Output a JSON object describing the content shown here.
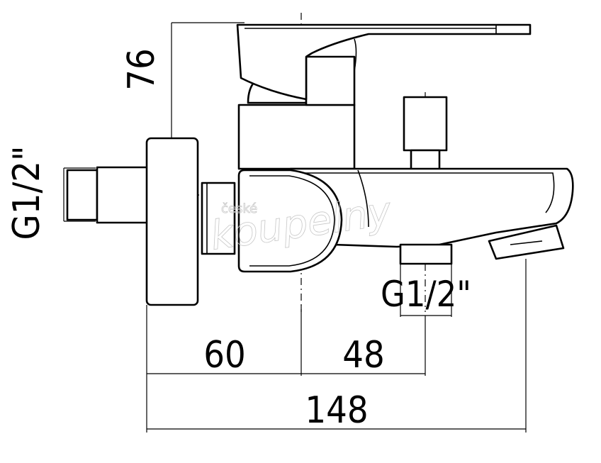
{
  "dimensions": {
    "height_top": "76",
    "inlet_thread": "G1/2\"",
    "outlet_thread": "G1/2\"",
    "dim_left": "60",
    "dim_middle": "48",
    "dim_total": "148"
  },
  "watermark": {
    "line1": "české",
    "line2": "koupelny"
  }
}
